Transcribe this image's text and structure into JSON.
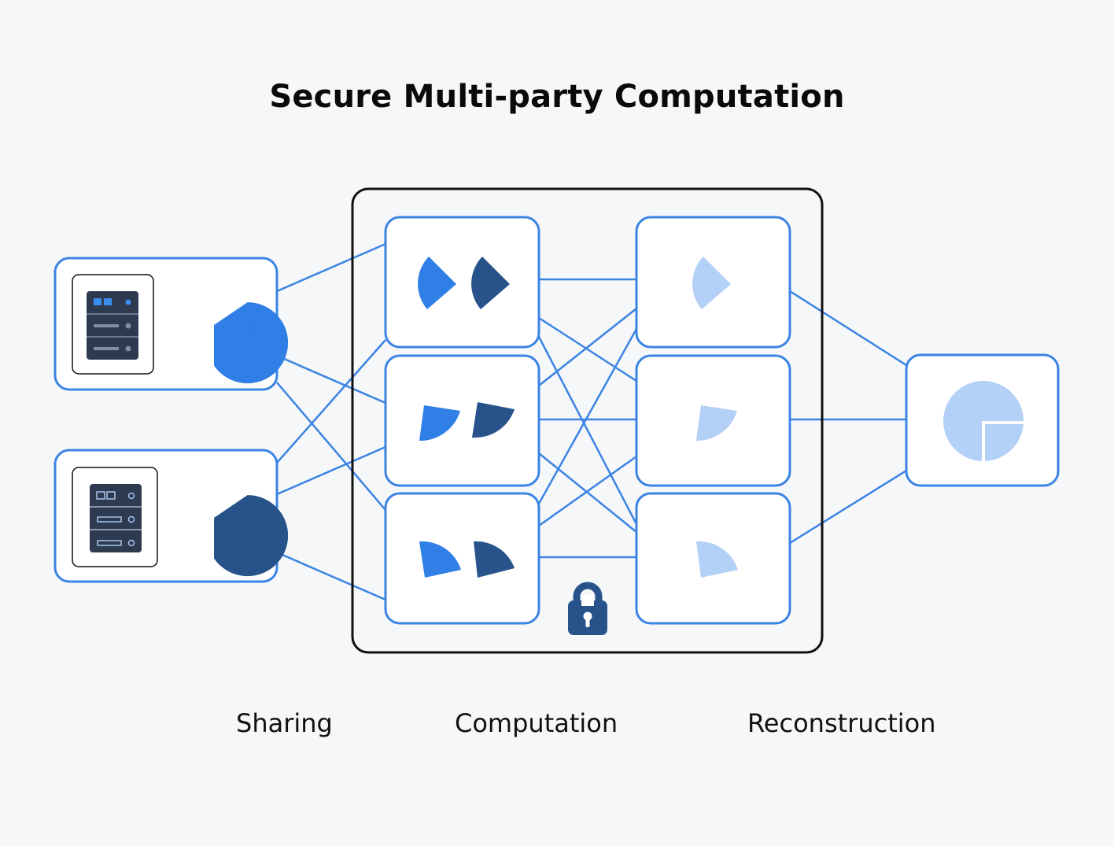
{
  "title": "Secure Multi-party Computation",
  "stages": {
    "sharing": "Sharing",
    "computation": "Computation",
    "reconstruction": "Reconstruction"
  },
  "colors": {
    "background": "#f6f7f9",
    "accent_blue": "#2f7fe6",
    "navy": "#27538a",
    "light_blue": "#b3d0f7",
    "server_dark": "#2d3a4f",
    "enclosure_border": "#111111",
    "connector": "#3b84e3"
  },
  "icons": {
    "server_a": "server-icon",
    "server_b": "server-icon",
    "secure_enclosure": "lock-icon"
  }
}
